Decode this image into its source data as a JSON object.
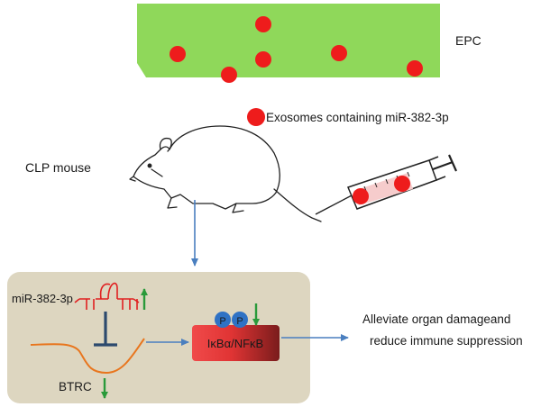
{
  "labels": {
    "epc": "EPC",
    "exosomes_legend": "Exosomes containing miR-382-3p",
    "clp_mouse": "CLP mouse",
    "mirna": "miR-382-3p",
    "btrc": "BTRC",
    "phospho": "P",
    "complex": "IκBα/NFκB",
    "outcome_line1": "Alleviate organ damageand",
    "outcome_line2": "reduce immune suppression"
  },
  "colors": {
    "epc_fill": "#8fd85a",
    "exosome": "#ee1c1c",
    "panel": "#ddd6c0",
    "mirna": "#e02020",
    "up_arrow": "#2a9a3a",
    "mrna": "#e8761e",
    "inhibit_bar": "#2c4a6e",
    "flow_arrow": "#4a7fbf",
    "phospho": "#2f72c4",
    "complex_left": "#f04a4a",
    "complex_right": "#7a1c1c"
  }
}
